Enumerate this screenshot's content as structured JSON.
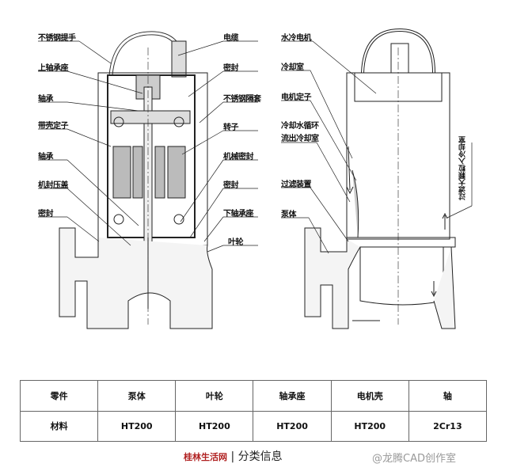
{
  "left_pump_labels_left": [
    "不锈钢提手",
    "上轴承座",
    "轴承",
    "带壳定子",
    "轴承",
    "机封压盖",
    "密封"
  ],
  "left_pump_labels_right": [
    "电缆",
    "密封",
    "不锈钢隔套",
    "转子",
    "机械密封",
    "密封",
    "下轴承座",
    "叶轮"
  ],
  "right_pump_labels": [
    "水冷电机",
    "冷却室",
    "电机定子",
    "冷却水循环",
    "流出冷却室",
    "过滤装置",
    "泵体"
  ],
  "vertical_note": "过滤大颗粒入冷却室",
  "table": {
    "header": [
      "零件",
      "泵体",
      "叶轮",
      "轴承座",
      "电机壳",
      "轴"
    ],
    "row": [
      "材料",
      "HT200",
      "HT200",
      "HT200",
      "HT200",
      "2Cr13"
    ]
  },
  "watermarks": {
    "site": "桂林生活网",
    "site_suffix": "分类信息",
    "author": "@龙腾CAD创作室"
  }
}
